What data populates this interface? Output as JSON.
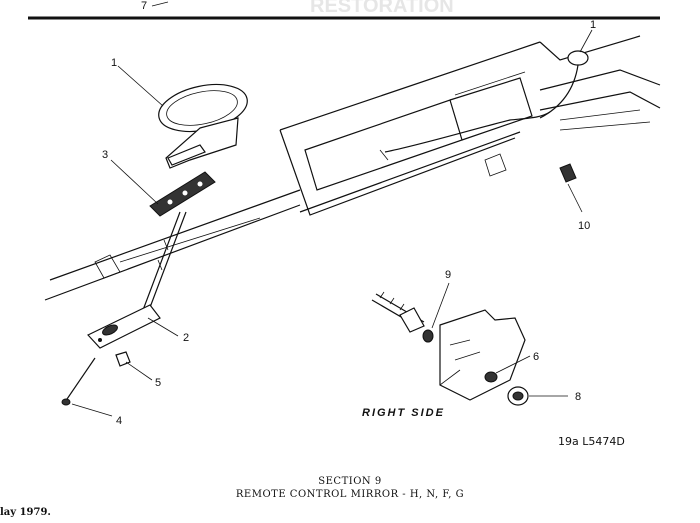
{
  "header": {
    "callout_top": "7",
    "watermark": "RESTORATION"
  },
  "callouts": {
    "c1_left": "1",
    "c3": "3",
    "c2": "2",
    "c5": "5",
    "c4": "4",
    "c1_right": "1",
    "c10": "10",
    "c9": "9",
    "c6": "6",
    "c8": "8"
  },
  "side_label": "RIGHT SIDE",
  "figure_code": "19a L5474D",
  "caption": {
    "section": "SECTION 9",
    "title": "REMOTE CONTROL MIRROR - H, N, F, G"
  },
  "footer": {
    "date": "lay 1979."
  }
}
